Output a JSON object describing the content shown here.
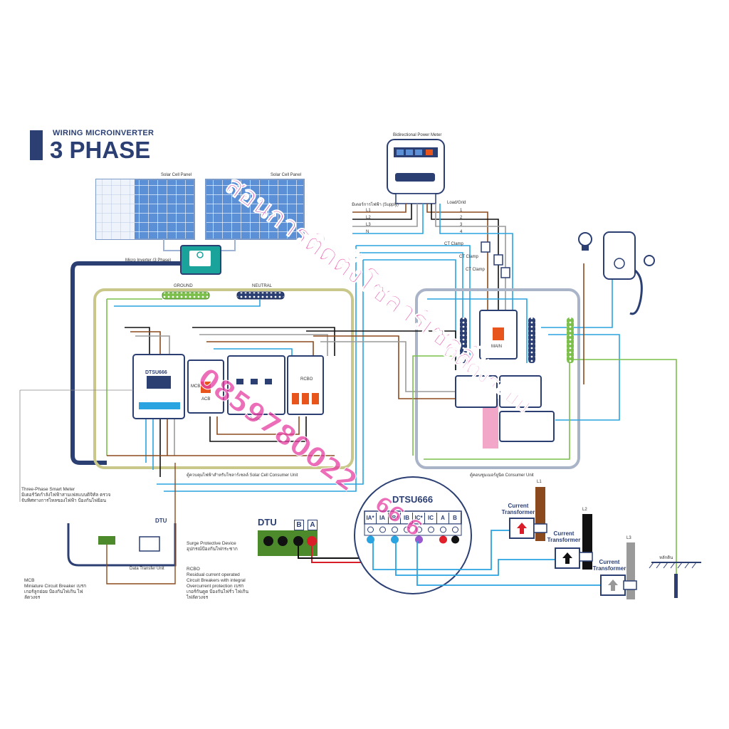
{
  "title": {
    "subtitle": "WIRING MICROINVERTER",
    "main": "3 PHASE"
  },
  "labels": {
    "solar_panel_1": "Solar Cell Panel",
    "solar_panel_2": "Solar Cell Panel",
    "micro_inverter": "Micro Inverter (3 Phase)",
    "bidirectional_meter": "Bidirectional Power Meter",
    "meter_left": "มิเตอร์การไฟฟ้า (Supply)",
    "meter_right": "Load/Grid",
    "line_l1": "L1",
    "line_l2": "L2",
    "line_l3": "L3",
    "line_n": "N",
    "line_1": "1",
    "line_2": "2",
    "line_3": "3",
    "line_4": "4",
    "ct_clamp_1": "CT Clamp",
    "ct_clamp_2": "CT Clamp",
    "ct_clamp_3": "CT Clamp",
    "ground_bar": "GROUND",
    "neutral_bar": "NEUTRAL",
    "smart_meter_device": "DTSU666",
    "mcb_label": "MCB",
    "acb_label": "ACB",
    "surge_label": "Surge",
    "rcbo_label": "RCBO",
    "main_breaker": "MAIN",
    "solar_box_caption": "ตู้ควบคุมไฟฟ้าสำหรับโซลาร์เซลล์ Solar Cell Consumer Unit",
    "consumer_unit_caption": "ตู้คอนซูมเมอร์ยูนิต Consumer Unit",
    "ground_rod": "หลักดิน"
  },
  "legend": {
    "smart_meter_title": "Three-Phase Smart Meter",
    "smart_meter_desc": "มิเตอร์วัดกำลังไฟฟ้าสามเฟสแบบดิจิทัล ตรวจจับทิศทางการไหลของไฟฟ้า ป้องกันไฟย้อน",
    "dtu_title": "Data Transfer Unit",
    "mcb_title": "MCB",
    "mcb_desc": "Miniature Circuit Breaker เบรกเกอร์ลูกย่อย ป้องกันไฟเกิน ไฟลัดวงจร",
    "surge_title": "Surge Protective Device",
    "surge_desc": "อุปกรณ์ป้องกันไฟกระชาก",
    "rcbo_title": "RCBO",
    "rcbo_desc": "Residual current operated Circuit Breakers with integral Overcurrent protection เบรกเกอร์กันดูด ป้องกันไฟรั่ว ไฟเกิน ไฟลัดวงจร"
  },
  "dtu_panel": {
    "label": "DTU",
    "terminal_b": "B",
    "terminal_a": "A"
  },
  "meter_detail": {
    "model": "DTSU666",
    "terminals": [
      "IA*",
      "IA",
      "IB*",
      "IB",
      "IC*",
      "IC",
      "A",
      "B"
    ],
    "dot_colors": [
      "#2aa4e0",
      "#ffffff",
      "#2aa4e0",
      "#ffffff",
      "#9b59d0",
      "#ffffff",
      "#e0202a",
      "#111111"
    ]
  },
  "current_transformers": [
    {
      "label": "Current Transformer",
      "line": "L1",
      "arrow_color": "#d91e2a"
    },
    {
      "label": "Current Transformer",
      "line": "L2",
      "arrow_color": "#111111"
    },
    {
      "label": "Current Transformer",
      "line": "L3",
      "arrow_color": "#999999"
    }
  ],
  "watermark": {
    "line1": "สอนการติดตั้งโซลาร์เซลล์",
    "line2": "ติดตั้งระบบ",
    "phone": "0859780022",
    "line3": "66 6"
  },
  "colors": {
    "navy": "#2b3f73",
    "panel_blue": "#5b8fd6",
    "green": "#7cc04b",
    "blue_wire": "#2aa4e0",
    "brown": "#8b4a1e",
    "black": "#111111",
    "grey": "#9a9a9a",
    "red": "#d91e2a",
    "olive_box": "#c9c78a",
    "consumer_box": "#aab4c8",
    "teal": "#1aa39a",
    "pink": "#f2a6c8",
    "watermark": "#e63ca0"
  }
}
